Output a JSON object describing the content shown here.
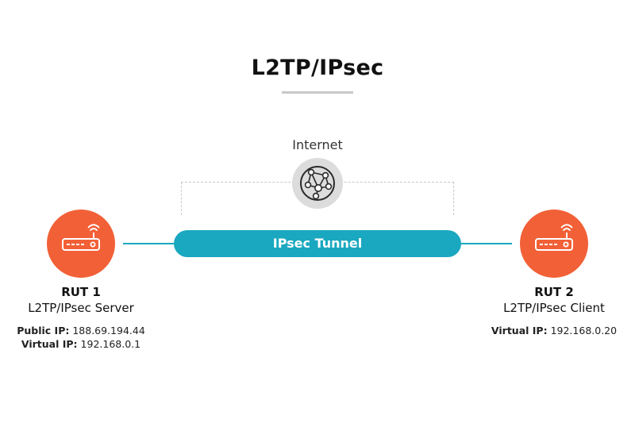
{
  "title": "L2TP/IPsec",
  "internet": {
    "label": "Internet",
    "icon": "globe-network-icon"
  },
  "tunnel": {
    "label": "IPsec Tunnel"
  },
  "colors": {
    "router": "#f26037",
    "tunnel": "#1aa8c0",
    "globe": "#dcdcdc"
  },
  "nodes": {
    "server": {
      "name": "RUT 1",
      "role": "L2TP/IPsec Server",
      "icon": "router-icon",
      "public_ip_label": "Public IP:",
      "public_ip": "188.69.194.44",
      "virtual_ip_label": "Virtual IP:",
      "virtual_ip": "192.168.0.1"
    },
    "client": {
      "name": "RUT 2",
      "role": "L2TP/IPsec Client",
      "icon": "router-icon",
      "virtual_ip_label": "Virtual IP:",
      "virtual_ip": "192.168.0.20"
    }
  }
}
